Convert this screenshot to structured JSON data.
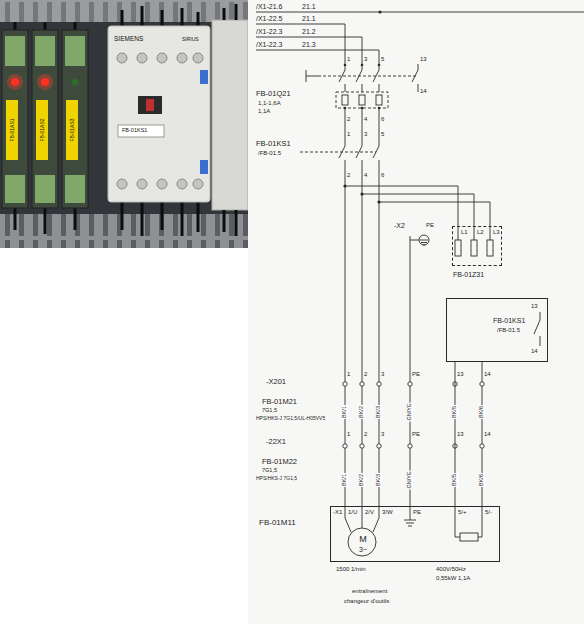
{
  "diagram": {
    "nodes": [
      {
        "text": [
          "L1",
          "L2",
          "L3",
          "FB-01Z31"
        ]
      },
      {
        "text": [
          "FB-01KS1",
          "/FB-01.5",
          "13",
          "14"
        ]
      },
      {
        "text": [
          "FB-01M11",
          "-X1",
          "1/U",
          "2/V",
          "3/W",
          "PE",
          "5/+",
          "5/-",
          "M",
          "3~"
        ]
      }
    ],
    "edges": [
      {
        "from": 1,
        "to": 2,
        "arrow": "none"
      }
    ],
    "labels": [
      "/X1-21.6",
      "21.1",
      "/X1-22.5",
      "21.1",
      "/X1-22.3",
      "21.2",
      "/X1-22.3",
      "21.3",
      "1",
      "3",
      "5",
      "13",
      "14",
      "FB-01Q21",
      "1,1-1,6A",
      "1,1A",
      "2",
      "4",
      "6",
      "FB-01KS1",
      "/FB-01.5",
      "1",
      "3",
      "5",
      "2",
      "4",
      "6",
      "-X2",
      "PE",
      "-X201",
      "1",
      "2",
      "3",
      "PE",
      "13",
      "14",
      "FB-01M21",
      "7G1,5",
      "HPS/HKS-J 7G1,5/UL-H05VV5",
      "BK/1",
      "BK/2",
      "BK/3",
      "GN/YE",
      "BK/5",
      "BK/6",
      "-22X1",
      "1",
      "2",
      "3",
      "PE",
      "13",
      "14",
      "FB-01M22",
      "7G1,5",
      "HPS/HKS-J 7G1,5",
      "BK/1",
      "BK/2",
      "BK/3",
      "GN/YE",
      "BK/5",
      "BK/6",
      "400V/50Hz",
      "0,55kW 1,1A",
      "1500 1/min",
      "entraînement",
      "changeur d'outils",
      "SIEMENS",
      "SIRIUS",
      "FB-01KS1",
      "FB-01AS1",
      "FB-01AS2",
      "FB-01AS3"
    ]
  }
}
